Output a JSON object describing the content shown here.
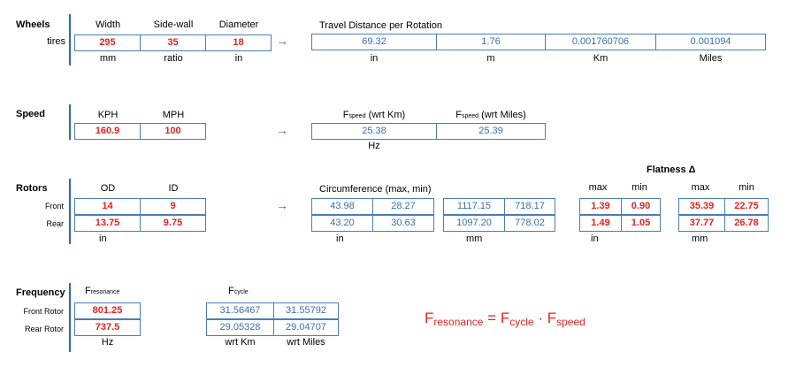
{
  "wheels": {
    "title": "Wheels",
    "row_label": "tires",
    "headers": [
      "Width",
      "Side-wall",
      "Diameter"
    ],
    "values": [
      "295",
      "35",
      "18"
    ],
    "units": [
      "mm",
      "ratio",
      "in"
    ],
    "travel_title": "Travel Distance per Rotation",
    "travel_values": [
      "69.32",
      "1.76",
      "0.001760706",
      "0.001094"
    ],
    "travel_units": [
      "in",
      "m",
      "Km",
      "Miles"
    ]
  },
  "speed": {
    "title": "Speed",
    "headers": [
      "KPH",
      "MPH"
    ],
    "values": [
      "160.9",
      "100"
    ],
    "f_label": "F",
    "f_sub": "speed",
    "f_headers": [
      "(wrt Km)",
      "(wrt Miles)"
    ],
    "f_values": [
      "25.38",
      "25.39"
    ],
    "f_unit": "Hz"
  },
  "rotors": {
    "title": "Rotors",
    "headers": [
      "OD",
      "ID"
    ],
    "rows": [
      {
        "label": "Front",
        "od": "14",
        "id": "9"
      },
      {
        "label": "Rear",
        "od": "13.75",
        "id": "9.75"
      }
    ],
    "unit": "in",
    "circ_title": "Circumference (max, min)",
    "circ_in": [
      [
        "43.98",
        "28.27"
      ],
      [
        "43.20",
        "30.63"
      ]
    ],
    "circ_in_unit": "in",
    "circ_mm": [
      [
        "1117.15",
        "718.17"
      ],
      [
        "1097.20",
        "778.02"
      ]
    ],
    "circ_mm_unit": "mm",
    "flat_title": "Flatness Δ",
    "flat_headers": [
      "max",
      "min"
    ],
    "flat_in": [
      [
        "1.39",
        "0.90"
      ],
      [
        "1.49",
        "1.05"
      ]
    ],
    "flat_in_unit": "in",
    "flat_mm": [
      [
        "35.39",
        "22.75"
      ],
      [
        "37.77",
        "26.78"
      ]
    ],
    "flat_mm_unit": "mm"
  },
  "frequency": {
    "title": "Frequency",
    "row_labels": [
      "Front Rotor",
      "Rear Rotor"
    ],
    "res_label": "F",
    "res_sub": "resonance",
    "res_values": [
      "801.25",
      "737.5"
    ],
    "res_unit": "Hz",
    "cycle_label": "F",
    "cycle_sub": "cycle",
    "cycle_values": [
      [
        "31.56467",
        "31.55792"
      ],
      [
        "29.05328",
        "29.04707"
      ]
    ],
    "cycle_units": [
      "wrt Km",
      "wrt Miles"
    ]
  },
  "formula": {
    "lhs": "F",
    "lhs_sub": "resonance",
    "eq": "=",
    "a": "F",
    "a_sub": "cycle",
    "dot": "·",
    "b": "F",
    "b_sub": "speed"
  },
  "colors": {
    "input": "#e8201f",
    "output": "#3a6fb0",
    "border": "#4a7db5"
  }
}
